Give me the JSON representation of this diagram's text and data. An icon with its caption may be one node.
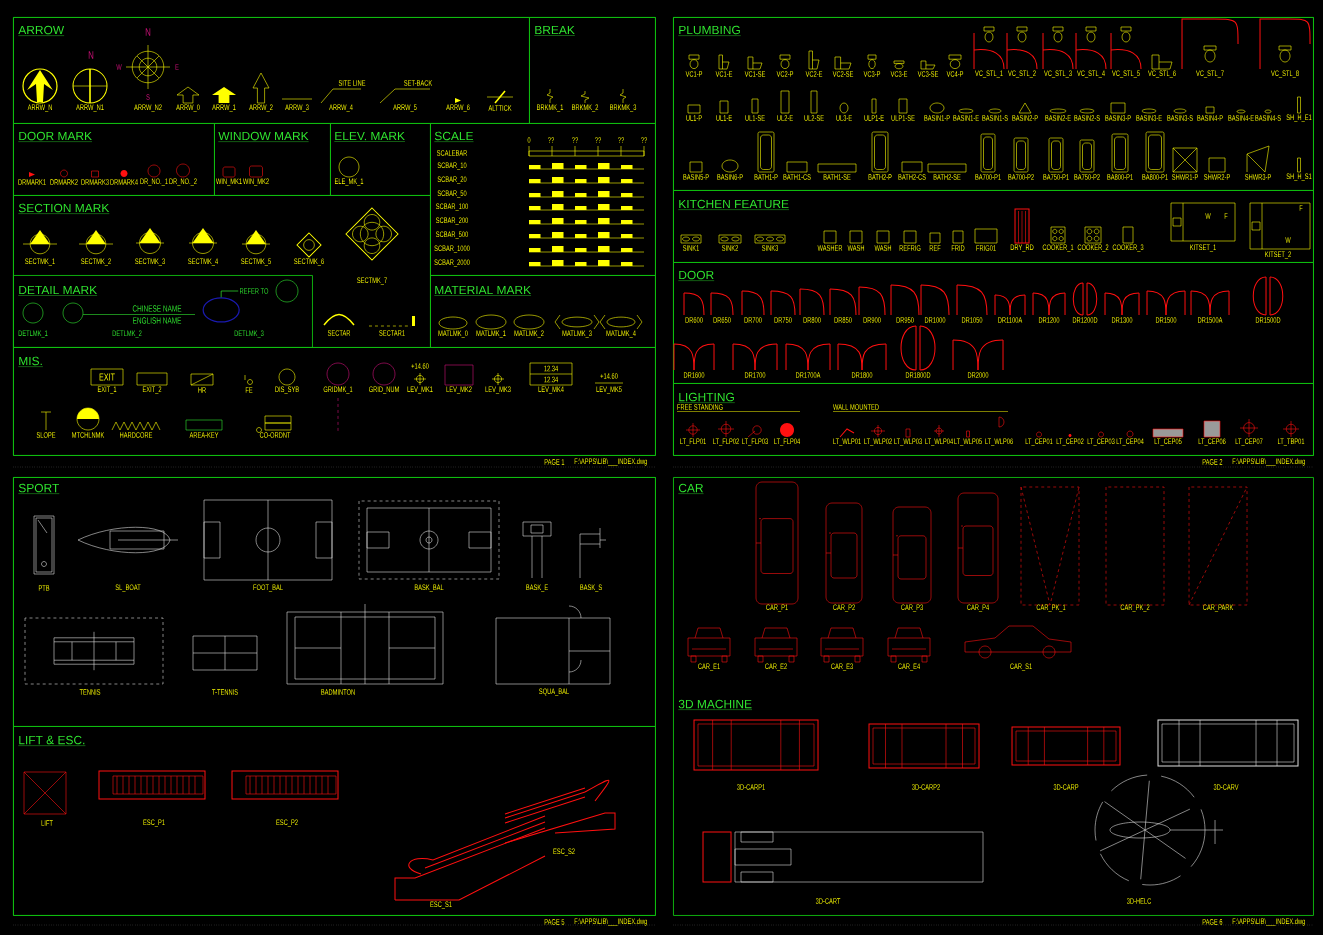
{
  "diagram": {
    "nodes": [
      {
        "text": [],
        "shape": "box",
        "beside": [
          "PAGE 1",
          "F:\\APPS\\LIB\\___INDEX.dwg"
        ]
      },
      {
        "text": [
          "ARROW"
        ],
        "in": 0
      },
      {
        "text": [
          "BREAK"
        ],
        "in": 0
      },
      {
        "text": [
          "DOOR MARK"
        ],
        "in": 0
      },
      {
        "text": [
          "WINDOW MARK"
        ],
        "in": 0
      },
      {
        "text": [
          "ELEV. MARK"
        ],
        "in": 0
      },
      {
        "text": [
          "SCALE"
        ],
        "in": 0
      },
      {
        "text": [
          "SECTION MARK"
        ],
        "in": 0
      },
      {
        "text": [
          "DETAIL MARK"
        ],
        "in": 7
      },
      {
        "text": [
          "MATERIAL MARK"
        ],
        "in": 0
      },
      {
        "text": [
          "MIS."
        ],
        "in": 0
      },
      {
        "text": [],
        "shape": "box",
        "beside": [
          "PAGE 2",
          "F:\\APPS\\LIB\\___INDEX.dwg"
        ]
      },
      {
        "text": [
          "PLUMBING"
        ],
        "in": 11
      },
      {
        "text": [
          "KITCHEN FEATURE"
        ],
        "in": 11
      },
      {
        "text": [
          "DOOR"
        ],
        "in": 11
      },
      {
        "text": [
          "LIGHTING"
        ],
        "in": 11
      },
      {
        "text": [],
        "shape": "box",
        "beside": [
          "PAGE 5",
          "F:\\APPS\\LIB\\___INDEX.dwg"
        ]
      },
      {
        "text": [
          "SPORT"
        ],
        "in": 16
      },
      {
        "text": [
          "LIFT & ESC."
        ],
        "in": 16
      },
      {
        "text": [
          "CAR",
          "3D MACHINE"
        ],
        "beside": [
          "PAGE 6",
          "F:\\APPS\\LIB\\___INDEX.dwg"
        ]
      },
      {
        "text": [
          "REFER TO"
        ],
        "in": 8
      },
      {
        "text": [],
        "shape": "oval",
        "in": 8
      }
    ],
    "edges": [
      {
        "from": 20,
        "to": 21,
        "arrow": "none"
      }
    ],
    "labels": [
      "ARRW_N",
      "ARRW_N1",
      "ARRW_N2",
      "ARRW_0",
      "ARRW_1",
      "ARRW_2",
      "ARRW_3",
      "ARRW_4",
      "ARRW_5",
      "ARRW_6",
      "ALTTICK",
      "N",
      "N",
      "W",
      "E",
      "S",
      "SITE LINE",
      "SET-BACK",
      "BRKMK_1",
      "BRKMK_2",
      "BRKMK_3",
      "DRMARK1",
      "DRMARK2",
      "DRMARK3",
      "DRMARK4",
      "DR_NO._1",
      "DR_NO._2",
      "WIN_MK1",
      "WIN_MK2",
      "ELE_MK_1",
      "SCALEBAR",
      "SCBAR_10",
      "SCBAR_20",
      "SCBAR_50",
      "SCBAR_100",
      "SCBAR_200",
      "SCBAR_500",
      "SCBAR_1000",
      "SCBAR_2000",
      "0",
      "??",
      "??",
      "??",
      "??",
      "??",
      "SECTMK_1",
      "SECTMK_2",
      "SECTMK_3",
      "SECTMK_4",
      "SECTMK_5",
      "SECTMK_6",
      "SECTMK_7",
      "SECTAR",
      "SECTAR1",
      "DETLMK_1",
      "DETLMK_2",
      "DETLMK_3",
      "CHINESE NAME",
      "ENGLISH NAME",
      "MATLMK_0",
      "MATLMK_1",
      "MATLMK_2",
      "MATLMK_3",
      "MATLMK_4",
      "EXIT_1",
      "EXIT_2",
      "HR",
      "FE",
      "DIS_SYB",
      "GRIDMK_1",
      "GRID_NUM",
      "LEV_MK1",
      "LEV_MK2",
      "LEV_MK3",
      "LEV_MK4",
      "LEV_MK5",
      "SLOPE",
      "MTCHLNMK",
      "HARDCORE",
      "AREA-KEY",
      "CO-ORDNT",
      "EXIT",
      "+14.60",
      "12.34",
      "12.34",
      "+14.60",
      "VC1-P",
      "VC1-E",
      "VC1-SE",
      "VC2-P",
      "VC2-E",
      "VC2-SE",
      "VC3-P",
      "VC3-E",
      "VC3-SE",
      "VC4-P",
      "VC_STL_1",
      "VC_STL_2",
      "VC_STL_3",
      "VC_STL_4",
      "VC_STL_5",
      "VC_STL_6",
      "VC_STL_7",
      "VC_STL_8",
      "UL1-P",
      "UL1-E",
      "UL1-SE",
      "UL2-E",
      "UL2-SE",
      "UL3-E",
      "ULP1-E",
      "ULP1-SE",
      "BASIN1-P",
      "BASIN1-E",
      "BASIN1-S",
      "BASIN2-P",
      "BASIN2-E",
      "BASIN2-S",
      "BASIN3-P",
      "BASIN3-E",
      "BASIN3-S",
      "BASIN4-P",
      "BASIN4-E",
      "BASIN4-S",
      "SH_H_E1",
      "BASIN5-P",
      "BASIN6-P",
      "BATH1-P",
      "BATH1-CS",
      "BATH1-SE",
      "BATH2-P",
      "BATH2-CS",
      "BATH2-SE",
      "BA700-P1",
      "BA700-P2",
      "BA750-P1",
      "BA750-P2",
      "BA800-P1",
      "BA800-P1",
      "SHWR1-P",
      "SHWR2-P",
      "SHWR3-P",
      "SH_H_S1",
      "SINK1",
      "SINK2",
      "SINK3",
      "WASHER",
      "WASH",
      "WASH",
      "REFRIG",
      "REF",
      "FRID",
      "FRIG01",
      "DRY_RD",
      "COOKER_1",
      "COOKER_2",
      "COOKER_3",
      "KITSET_1",
      "KITSET_2",
      "W",
      "F",
      "F",
      "W",
      "DR600",
      "DR650",
      "DR700",
      "DR750",
      "DR800",
      "DR850",
      "DR900",
      "DR950",
      "DR1000",
      "DR1050",
      "DR1100A",
      "DR1200",
      "DR1200D",
      "DR1300",
      "DR1500",
      "DR1500A",
      "DR1500D",
      "DR1600",
      "DR1700",
      "DR1700A",
      "DR1800",
      "DR1800D",
      "DR2000",
      "FREE STANDING",
      "WALL MOUNTED",
      "LT_FLP01",
      "LT_FLP02",
      "LT_FLP03",
      "LT_FLP04",
      "LT_WLP01",
      "LT_WLP02",
      "LT_WLP03",
      "LT_WLP04",
      "LT_WLP05",
      "LT_WLP06",
      "LT_CEP01",
      "LT_CEP02",
      "LT_CEP03",
      "LT_CEP04",
      "LT_CEP05",
      "LT_CEP06",
      "LT_CEP07",
      "LT_TBP01",
      "PTB",
      "SL_BOAT",
      "FOOT_BAL",
      "BASK_BAL",
      "BASK_E",
      "BASK_S",
      "TENNIS",
      "T-TENNIS",
      "BADMINTON",
      "SQUA_BAL",
      "LIFT",
      "ESC_P1",
      "ESC_P2",
      "ESC_S2",
      "ESC_S1",
      "CAR_P1",
      "CAR_P2",
      "CAR_P3",
      "CAR_P4",
      "CAR_PK_1",
      "CAR_PK_2",
      "CAR_PARK",
      "CAR_E1",
      "CAR_E2",
      "CAR_E3",
      "CAR_E4",
      "CAR_S1",
      "3D-CARP1",
      "3D-CARP2",
      "3D-CARP",
      "3D-CARV",
      "3D-CART",
      "3D-HELC"
    ]
  }
}
